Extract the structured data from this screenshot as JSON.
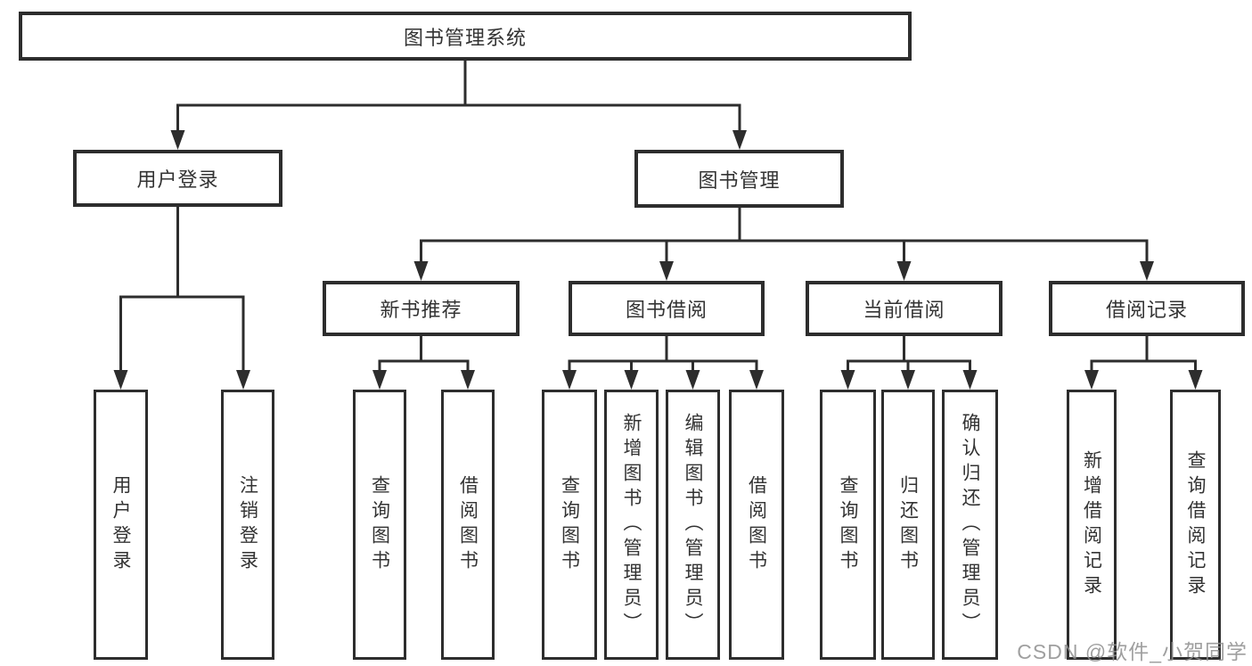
{
  "diagram": {
    "root": {
      "label": "图书管理系统"
    },
    "branches": [
      {
        "label": "用户登录",
        "children": [
          {
            "label": "用户登录"
          },
          {
            "label": "注销登录"
          }
        ]
      },
      {
        "label": "图书管理",
        "children": [
          {
            "label": "新书推荐",
            "children": [
              {
                "label": "查询图书"
              },
              {
                "label": "借阅图书"
              }
            ]
          },
          {
            "label": "图书借阅",
            "children": [
              {
                "label": "查询图书"
              },
              {
                "label": "新增图书（管理员）"
              },
              {
                "label": "编辑图书（管理员）"
              },
              {
                "label": "借阅图书"
              }
            ]
          },
          {
            "label": "当前借阅",
            "children": [
              {
                "label": "查询图书"
              },
              {
                "label": "归还图书"
              },
              {
                "label": "确认归还（管理员）"
              }
            ]
          },
          {
            "label": "借阅记录",
            "children": [
              {
                "label": "新增借阅记录"
              },
              {
                "label": "查询借阅记录"
              }
            ]
          }
        ]
      }
    ]
  },
  "watermark": {
    "text": "CSDN @软件_小贺同学"
  },
  "colors": {
    "line": "#2d2d2d",
    "text": "#333333",
    "watermark": "#8f8f8f",
    "background": "#ffffff"
  }
}
